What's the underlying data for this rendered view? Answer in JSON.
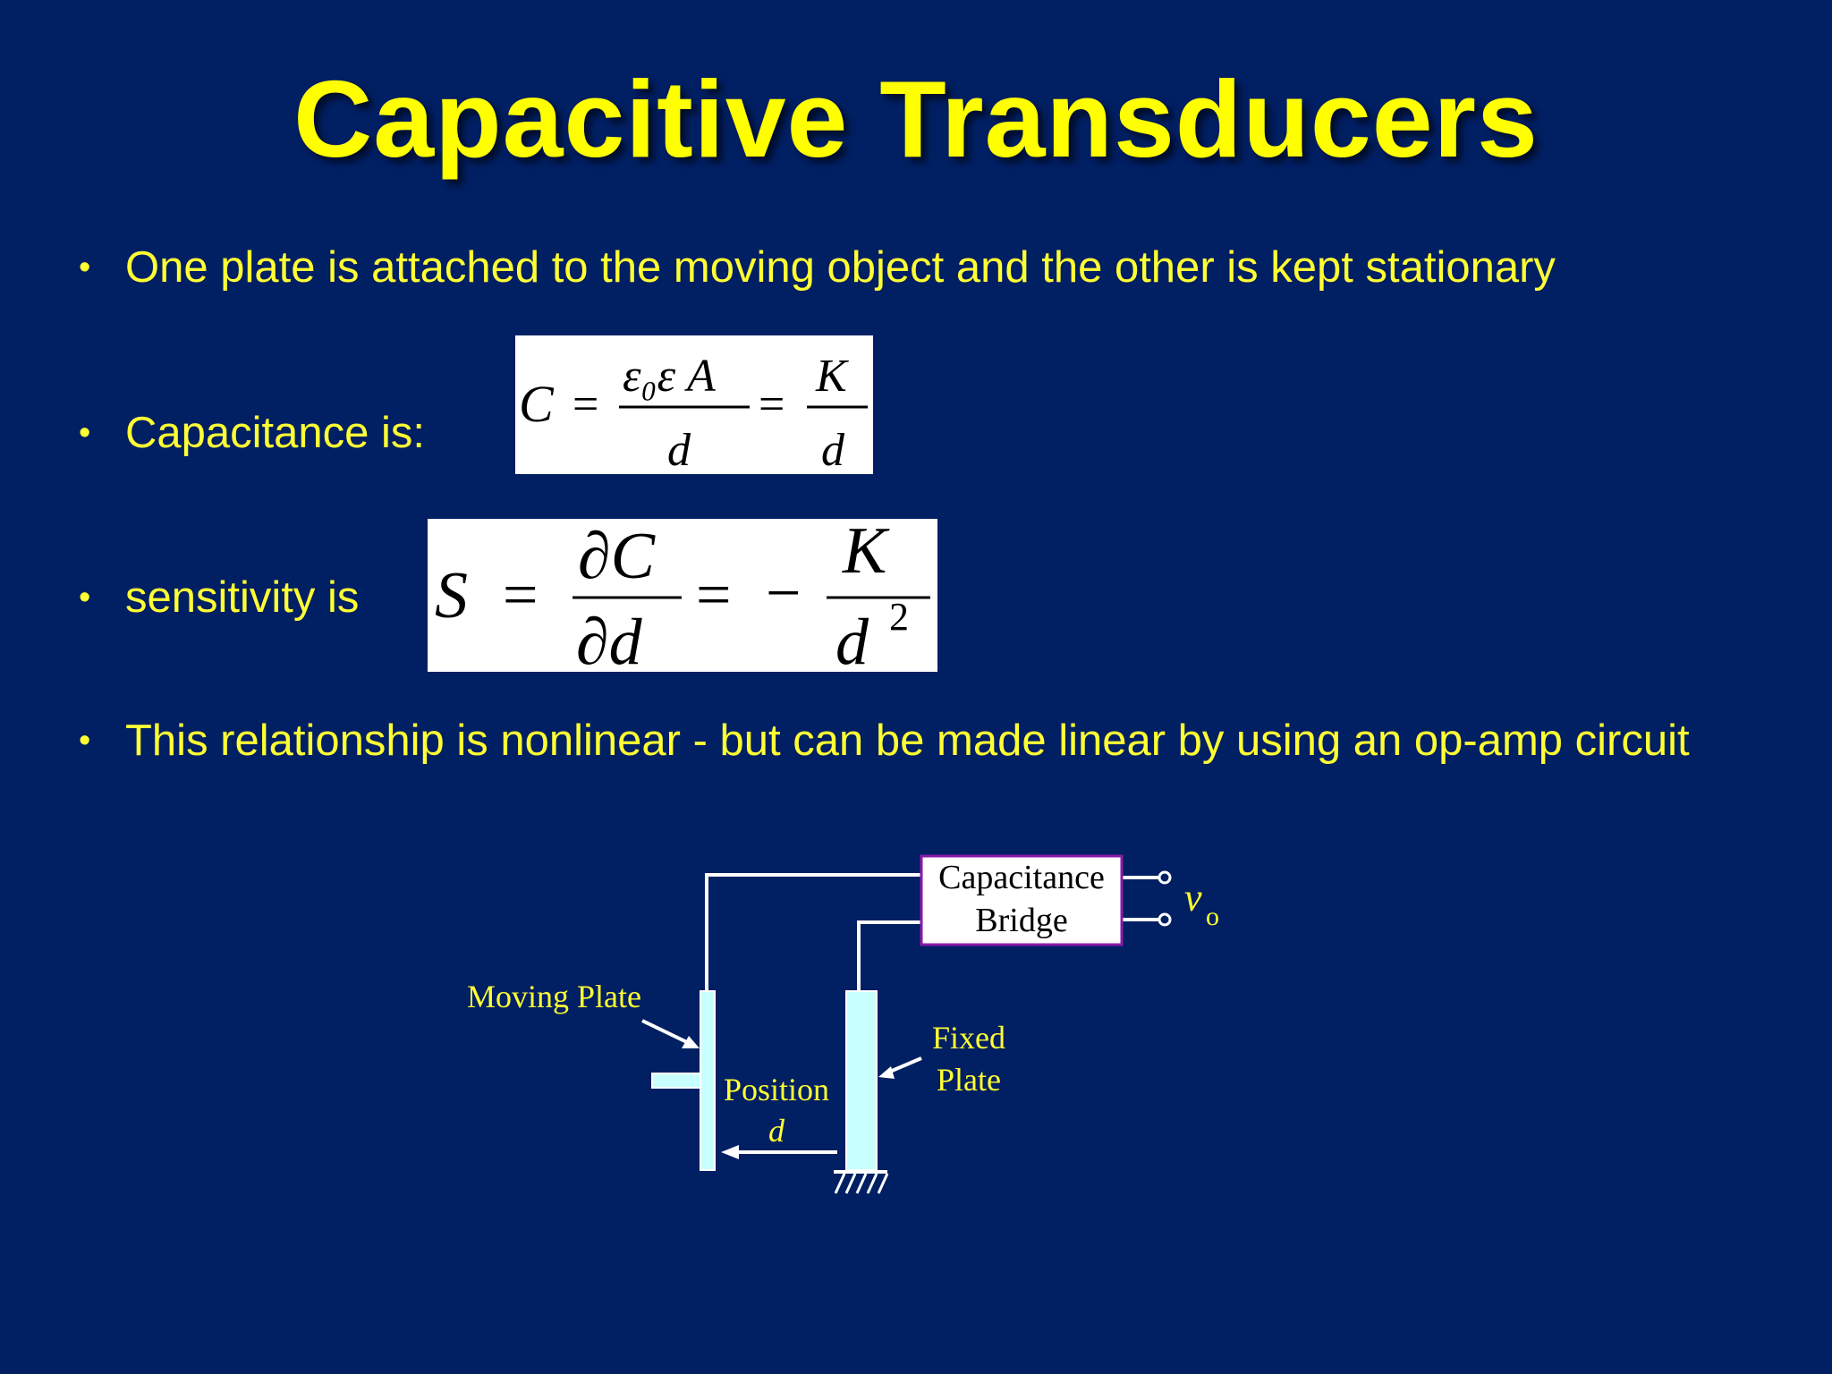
{
  "title": "Capacitive Transducers",
  "bullets": [
    "One plate is attached to the moving object and the other is kept stationary",
    "Capacitance is:",
    "sensitivity is",
    "This relationship is nonlinear  - but can be made linear by using an op-amp circuit"
  ],
  "bullet_glyph": "•",
  "formula_capacitance": {
    "lhs": "C",
    "equals": "=",
    "num1": "ε₀ε A",
    "den1": "d",
    "num2": "K",
    "den2": "d"
  },
  "formula_sensitivity": {
    "lhs": "S",
    "equals": "=",
    "num1": "∂C",
    "den1": "∂d",
    "minus": "−",
    "num2": "K",
    "den2": "d",
    "exponent": "2"
  },
  "diagram": {
    "bridge_label_line1": "Capacitance",
    "bridge_label_line2": "Bridge",
    "output_label": "v",
    "output_subscript": "o",
    "moving_plate_label": "Moving Plate",
    "fixed_plate_label_line1": "Fixed",
    "fixed_plate_label_line2": "Plate",
    "position_label": "Position",
    "position_symbol": "d"
  },
  "colors": {
    "background": "#011f63",
    "title": "#ffff00",
    "text": "#ffff33",
    "plate_fill": "#c8ffff",
    "bridge_border": "#8a1aa8",
    "wire": "#ffffff"
  }
}
